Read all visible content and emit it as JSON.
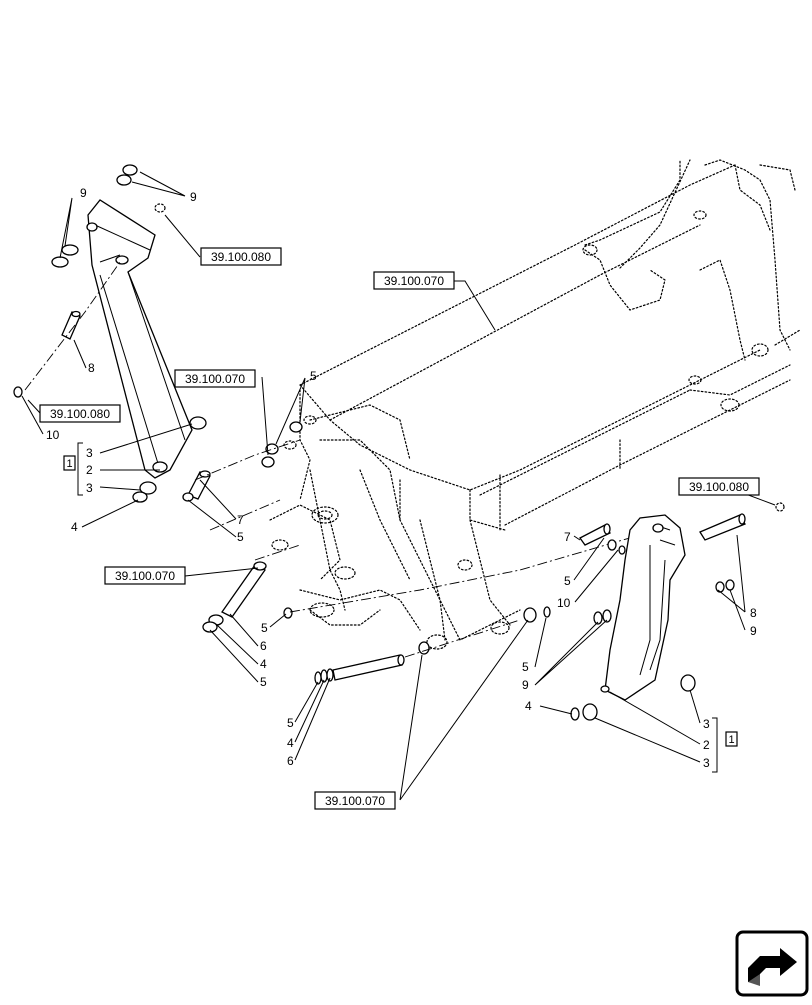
{
  "references": {
    "top_left": "39.100.080",
    "frame_main": "39.100.070",
    "left_pin": "39.100.080",
    "left_mid": "39.100.070",
    "left_lower": "39.100.070",
    "right_pin": "39.100.080",
    "bottom": "39.100.070"
  },
  "kit_label": "1",
  "callouts": {
    "l9a": "9",
    "l9b": "9",
    "l8": "8",
    "l10": "10",
    "l3a": "3",
    "l2": "2",
    "l3b": "3",
    "l4": "4",
    "c5a": "5",
    "c7": "7",
    "c5b": "5",
    "c5c": "5",
    "c6a": "6",
    "c4a": "4",
    "c5d": "5",
    "b5": "5",
    "b4": "4",
    "b6": "6",
    "r7": "7",
    "r5a": "5",
    "r10": "10",
    "r8": "8",
    "r9a": "9",
    "r5b": "5",
    "r9b": "9",
    "r4": "4",
    "r3a": "3",
    "r2": "2",
    "r3b": "3"
  },
  "icons": {
    "nav": "next-page-arrow-icon"
  }
}
